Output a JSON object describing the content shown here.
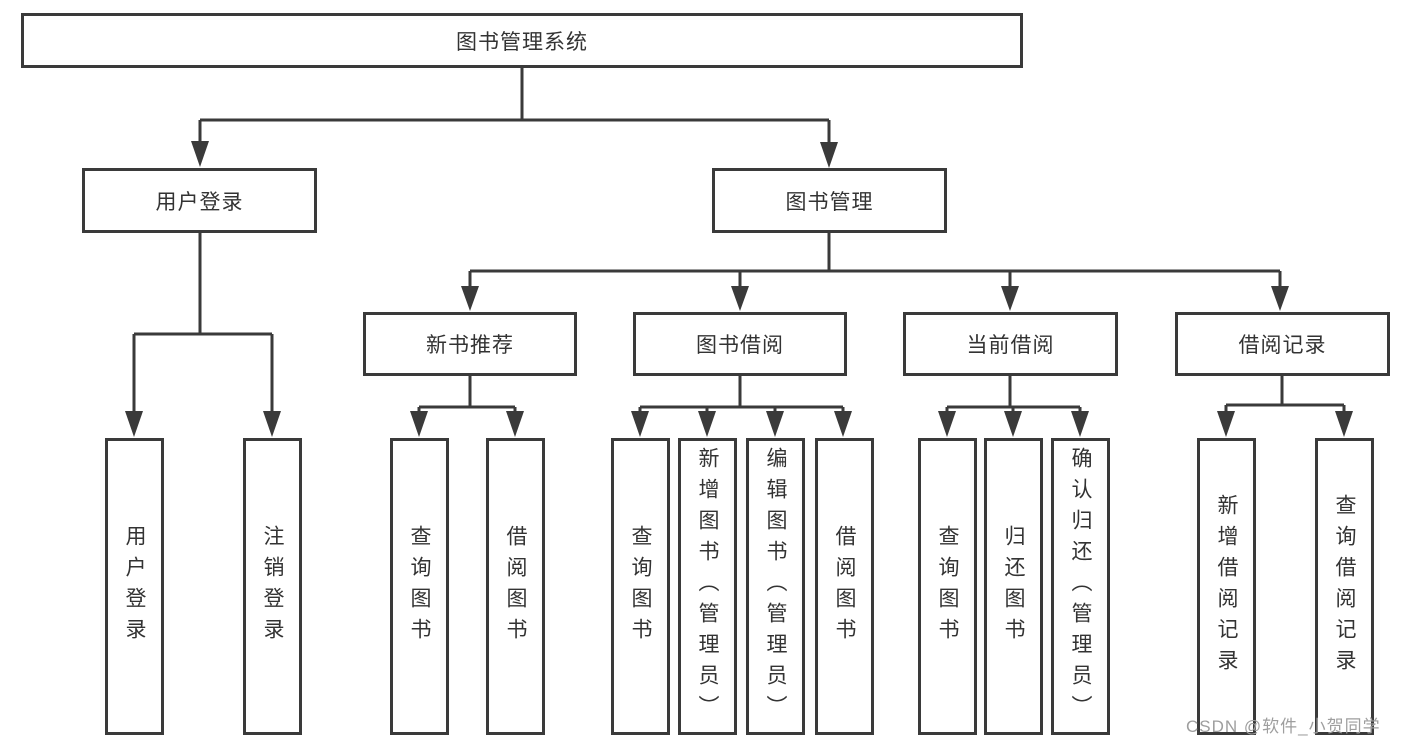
{
  "diagram": {
    "root": {
      "label": "图书管理系统"
    },
    "level2": [
      {
        "label": "用户登录"
      },
      {
        "label": "图书管理"
      }
    ],
    "level3": [
      {
        "label": "新书推荐"
      },
      {
        "label": "图书借阅"
      },
      {
        "label": "当前借阅"
      },
      {
        "label": "借阅记录"
      }
    ],
    "leaves": {
      "user_login": [
        "用户登录",
        "注销登录"
      ],
      "new_books": [
        "查询图书",
        "借阅图书"
      ],
      "book_borrow": [
        "查询图书",
        "新增图书（管理员）",
        "编辑图书（管理员）",
        "借阅图书"
      ],
      "current_borrow": [
        "查询图书",
        "归还图书",
        "确认归还（管理员）"
      ],
      "borrow_records": [
        "新增借阅记录",
        "查询借阅记录"
      ]
    }
  },
  "watermark": {
    "text": "CSDN @软件_小贺同学"
  },
  "colors": {
    "line": "#3a3a3a",
    "box_background": "#ffffff",
    "text": "#333333",
    "watermark": "#9e9e9e"
  }
}
